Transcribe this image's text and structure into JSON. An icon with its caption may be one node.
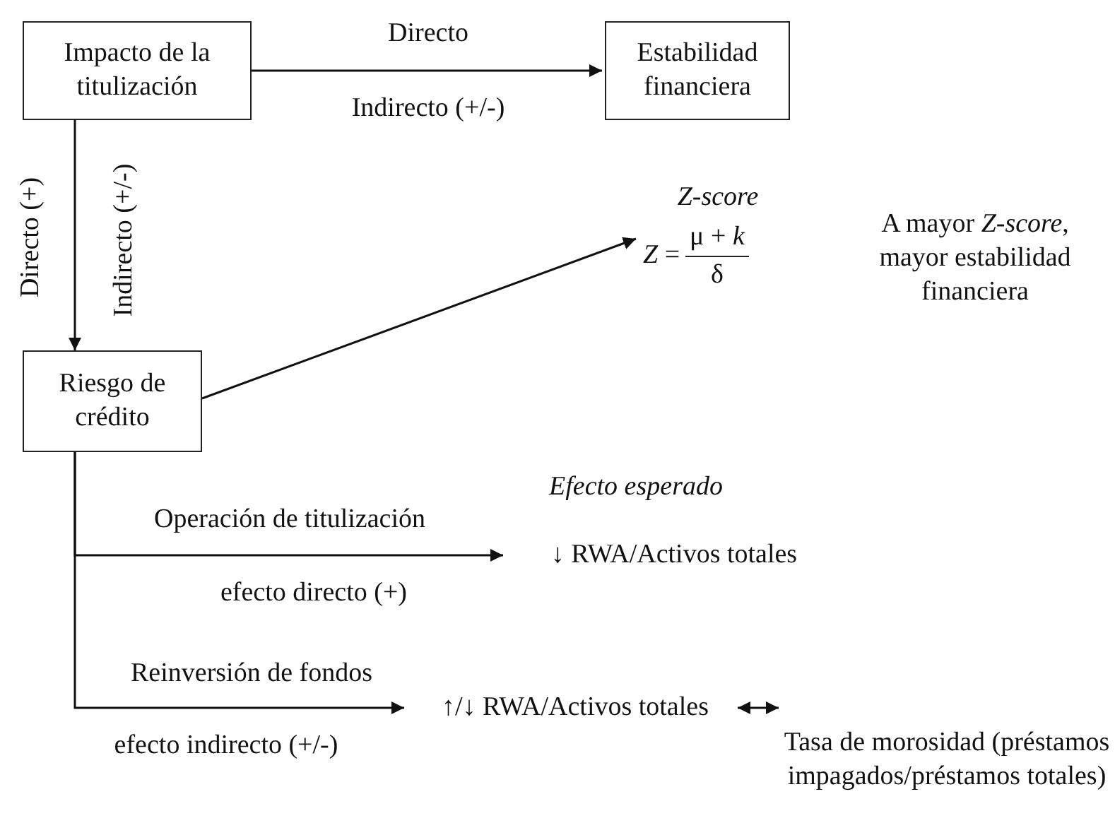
{
  "diagram": {
    "nodes": [
      {
        "text": [
          "Impacto de la titulización"
        ]
      },
      {
        "text": [
          "Estabilidad financiera"
        ]
      },
      {
        "text": [
          "*Z* =",
          "μ + *k*",
          "δ"
        ],
        "beside": [
          "Z-score"
        ]
      },
      {
        "text": [
          "Riesgo de crédito"
        ]
      },
      {
        "text": [
          "↓ RWA/Activos totales"
        ]
      },
      {
        "text": [
          "↑/↓ RWA/Activos totales"
        ]
      },
      {
        "text": [
          "Tasa de morosidad (préstamos impagados/préstamos totales)"
        ]
      }
    ],
    "edges": [
      {
        "from": 0,
        "to": 1,
        "arrow": "to",
        "label": "Directo"
      },
      {
        "from": 0,
        "to": 3,
        "arrow": "to",
        "label": "Directo (+)"
      },
      {
        "from": 3,
        "to": 2,
        "arrow": "to"
      },
      {
        "from": 3,
        "to": 4,
        "arrow": "to",
        "label": "Operación de titulización"
      },
      {
        "from": 3,
        "to": 5,
        "arrow": "to",
        "label": "Reinversión de fondos"
      },
      {
        "from": 5,
        "to": 6,
        "arrow": "both"
      }
    ],
    "labels": [
      "Indirecto (+/-)",
      "Indirecto (+/-)",
      "A mayor *Z-score*, mayor estabilidad financiera",
      "Efecto esperado",
      "efecto directo (+)",
      "efecto indirecto (+/-)"
    ]
  }
}
